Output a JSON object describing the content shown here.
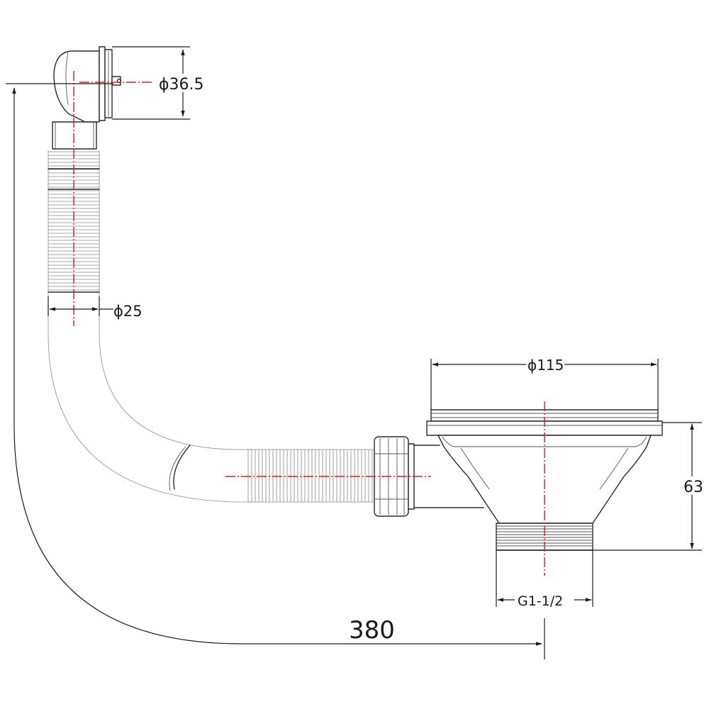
{
  "drawing": {
    "dimensions": {
      "outlet_diameter": "ϕ36.5",
      "hose_diameter": "ϕ25",
      "strainer_diameter": "ϕ115",
      "strainer_height": "63",
      "thread": "G1-1/2",
      "overall_length": "380"
    }
  },
  "colors": {
    "line": "#2a2a2a",
    "centerline": "#d21f26",
    "background": "#ffffff"
  }
}
